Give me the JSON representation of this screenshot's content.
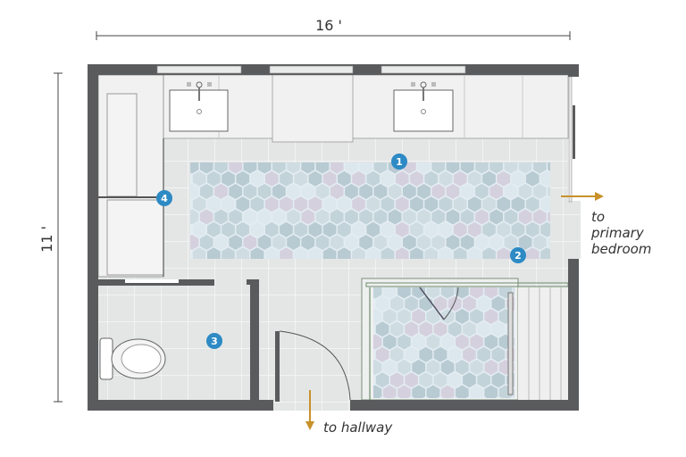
{
  "dimensions": {
    "width_label": "16 '",
    "height_label": "11 '"
  },
  "directions": {
    "primary_bedroom": [
      "to",
      "primary",
      "bedroom"
    ],
    "hallway": "to hallway"
  },
  "markers": [
    "1",
    "2",
    "3",
    "4"
  ],
  "colors": {
    "wall": "#5a5b5d",
    "floor_tile": "#e4e6e6",
    "cabinet": "#f1f1f1",
    "marker": "#2d8ac4",
    "arrow": "#c8912a",
    "shower_frame": "#6d8a6a",
    "hex_tiles": [
      "#c3d3da",
      "#d5d0de",
      "#b8cad2",
      "#dde8ee",
      "#cfdde3"
    ]
  }
}
